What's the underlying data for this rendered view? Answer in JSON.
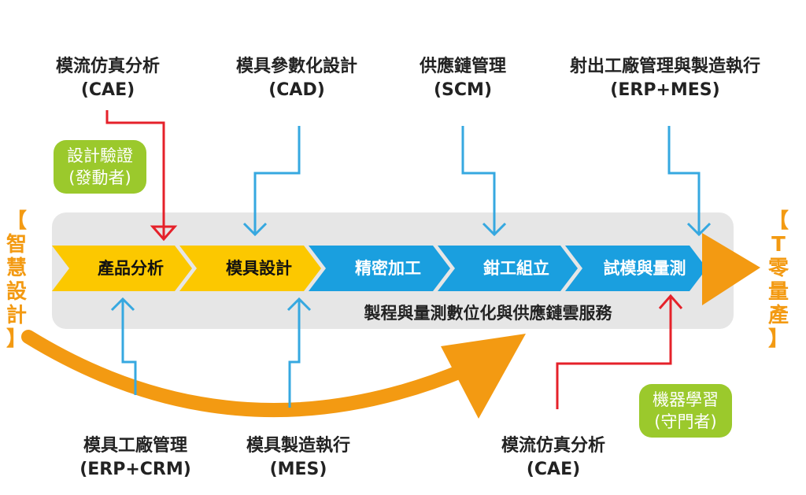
{
  "top_labels": [
    {
      "line1": "模流仿真分析",
      "line2": "(CAE)"
    },
    {
      "line1": "模具參數化設計",
      "line2": "(CAD)"
    },
    {
      "line1": "供應鏈管理",
      "line2": "(SCM)"
    },
    {
      "line1": "射出工廠管理與製造執行",
      "line2": "(ERP+MES)"
    }
  ],
  "bottom_labels": [
    {
      "line1": "模具工廠管理",
      "line2": "(ERP+CRM)"
    },
    {
      "line1": "模具製造執行",
      "line2": "(MES)"
    },
    {
      "line1": "模流仿真分析",
      "line2": "(CAE)"
    }
  ],
  "pills": {
    "design_verify": {
      "line1": "設計驗證",
      "line2": "(發動者)"
    },
    "machine_learning": {
      "line1": "機器學習",
      "line2": "(守門者)"
    }
  },
  "left_vertical": [
    "【",
    "智",
    "慧",
    "設",
    "計",
    "】"
  ],
  "right_vertical": [
    "【",
    "T",
    "零",
    "量",
    "產",
    "】"
  ],
  "stages": [
    "產品分析",
    "模具設計",
    "精密加工",
    "鉗工組立",
    "試模與量測"
  ],
  "band_title": "製程與量測數位化與供應鏈雲服務",
  "colors": {
    "yellow": "#fcc800",
    "blue": "#1a9fdf",
    "orange": "#f39a12",
    "red": "#e5212a",
    "light_blue": "#36a8e0",
    "green": "#9bc92c",
    "band": "#e6e6e6"
  }
}
